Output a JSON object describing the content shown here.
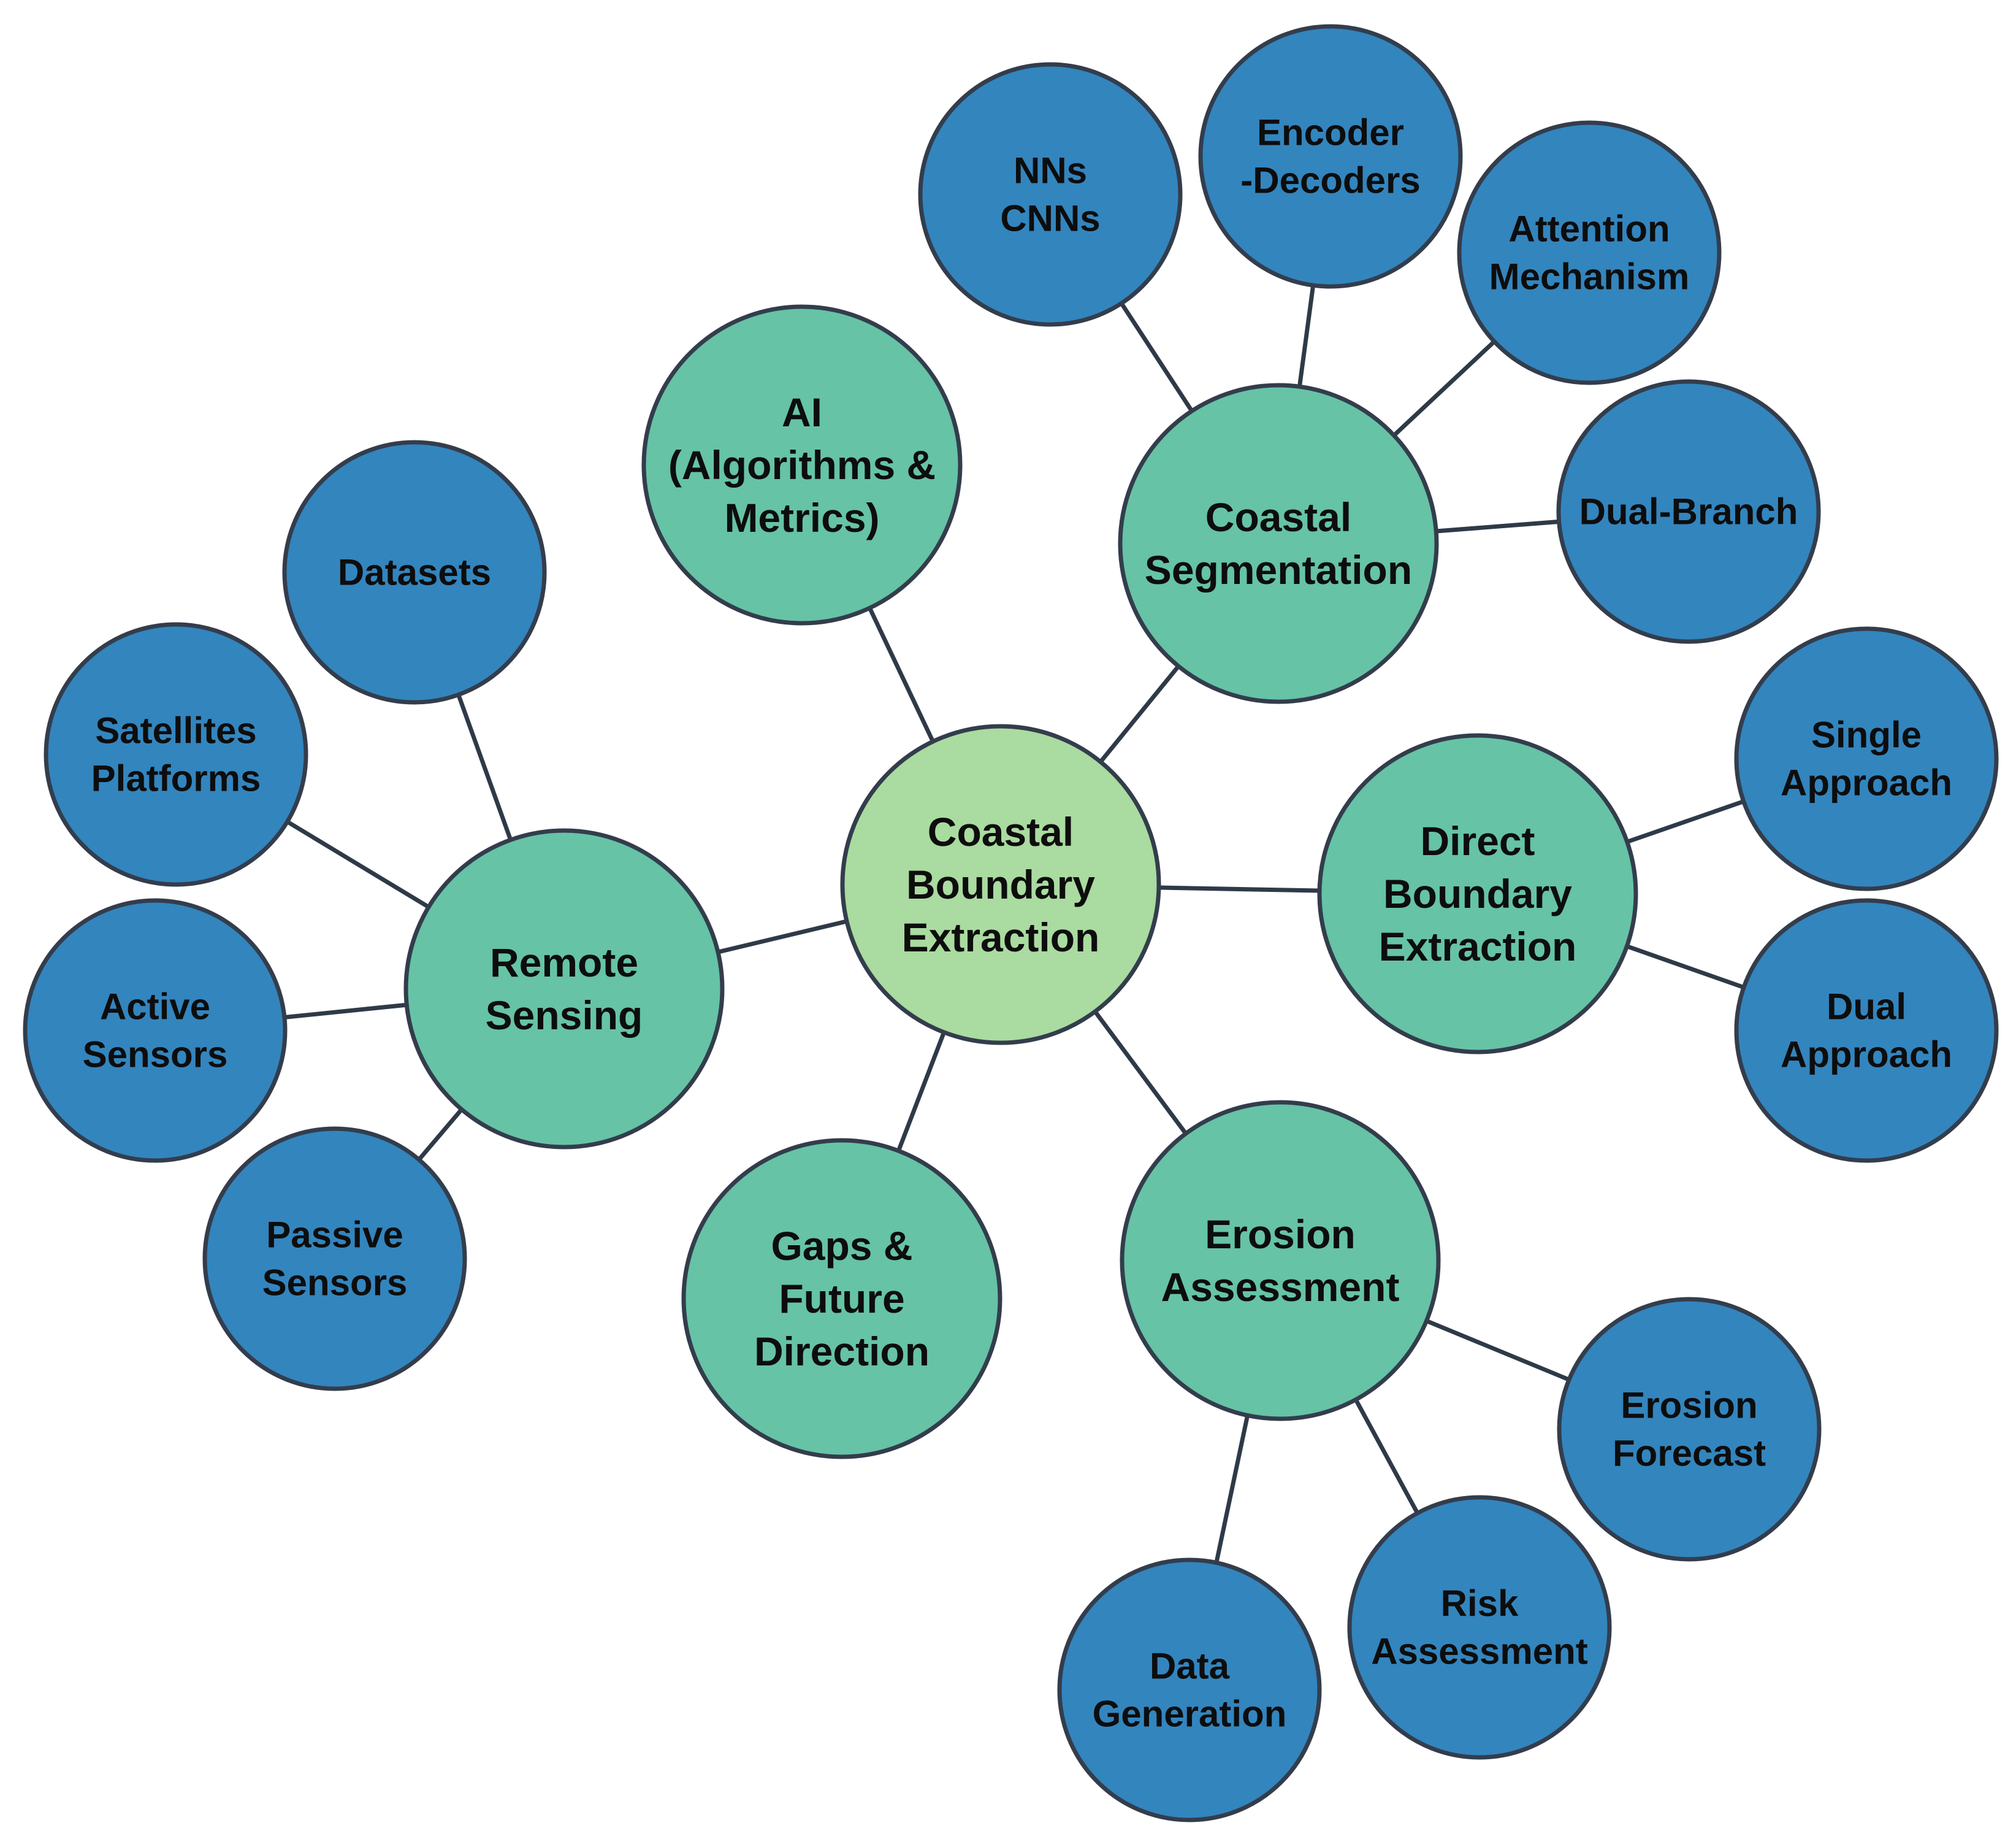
{
  "colors": {
    "center_fill": "#aadba0",
    "category_fill": "#66c3a6",
    "leaf_fill": "#3385be",
    "outline": "#333d4c",
    "edge": "#2f3a48"
  },
  "diagram": {
    "center": {
      "id": "coastal-boundary-extraction",
      "lines": [
        "Coastal",
        "Boundary",
        "Extraction"
      ]
    },
    "categories": [
      {
        "id": "ai-algorithms-metrics",
        "lines": [
          "AI",
          "(Algorithms &",
          "Metrics)"
        ]
      },
      {
        "id": "coastal-segmentation",
        "lines": [
          "Coastal",
          "Segmentation"
        ]
      },
      {
        "id": "direct-boundary-extraction",
        "lines": [
          "Direct",
          "Boundary",
          "Extraction"
        ]
      },
      {
        "id": "erosion-assessment",
        "lines": [
          "Erosion",
          "Assessment"
        ]
      },
      {
        "id": "gaps-future-direction",
        "lines": [
          "Gaps &",
          "Future",
          "Direction"
        ]
      },
      {
        "id": "remote-sensing",
        "lines": [
          "Remote",
          "Sensing"
        ]
      }
    ],
    "leaves": [
      {
        "id": "nns-cnns",
        "parent": "coastal-segmentation",
        "lines": [
          "NNs",
          "CNNs"
        ]
      },
      {
        "id": "encoder-decoders",
        "parent": "coastal-segmentation",
        "lines": [
          "Encoder",
          "-Decoders"
        ]
      },
      {
        "id": "attention-mechanism",
        "parent": "coastal-segmentation",
        "lines": [
          "Attention",
          "Mechanism"
        ]
      },
      {
        "id": "dual-branch",
        "parent": "coastal-segmentation",
        "lines": [
          "Dual-Branch"
        ]
      },
      {
        "id": "single-approach",
        "parent": "direct-boundary-extraction",
        "lines": [
          "Single",
          "Approach"
        ]
      },
      {
        "id": "dual-approach",
        "parent": "direct-boundary-extraction",
        "lines": [
          "Dual",
          "Approach"
        ]
      },
      {
        "id": "erosion-forecast",
        "parent": "erosion-assessment",
        "lines": [
          "Erosion",
          "Forecast"
        ]
      },
      {
        "id": "risk-assessment",
        "parent": "erosion-assessment",
        "lines": [
          "Risk",
          "Assessment"
        ]
      },
      {
        "id": "data-generation",
        "parent": "erosion-assessment",
        "lines": [
          "Data",
          "Generation"
        ]
      },
      {
        "id": "datasets",
        "parent": "remote-sensing",
        "lines": [
          "Datasets"
        ]
      },
      {
        "id": "satellites-platforms",
        "parent": "remote-sensing",
        "lines": [
          "Satellites",
          "Platforms"
        ]
      },
      {
        "id": "active-sensors",
        "parent": "remote-sensing",
        "lines": [
          "Active",
          "Sensors"
        ]
      },
      {
        "id": "passive-sensors",
        "parent": "remote-sensing",
        "lines": [
          "Passive",
          "Sensors"
        ]
      }
    ]
  }
}
